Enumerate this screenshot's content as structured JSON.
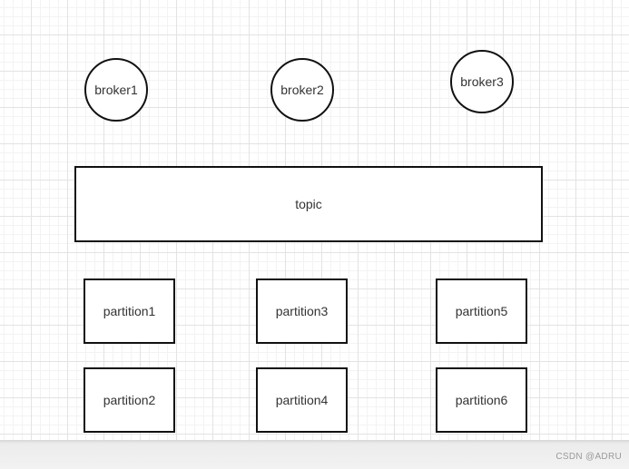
{
  "brokers": [
    {
      "label": "broker1"
    },
    {
      "label": "broker2"
    },
    {
      "label": "broker3"
    }
  ],
  "topic": {
    "label": "topic"
  },
  "partitions": [
    {
      "label": "partition1"
    },
    {
      "label": "partition2"
    },
    {
      "label": "partition3"
    },
    {
      "label": "partition4"
    },
    {
      "label": "partition5"
    },
    {
      "label": "partition6"
    }
  ],
  "watermark": "CSDN @ADRU",
  "colors": {
    "stroke": "#111111",
    "text": "#333333",
    "grid": "#e3e3e3",
    "background": "#ffffff"
  }
}
